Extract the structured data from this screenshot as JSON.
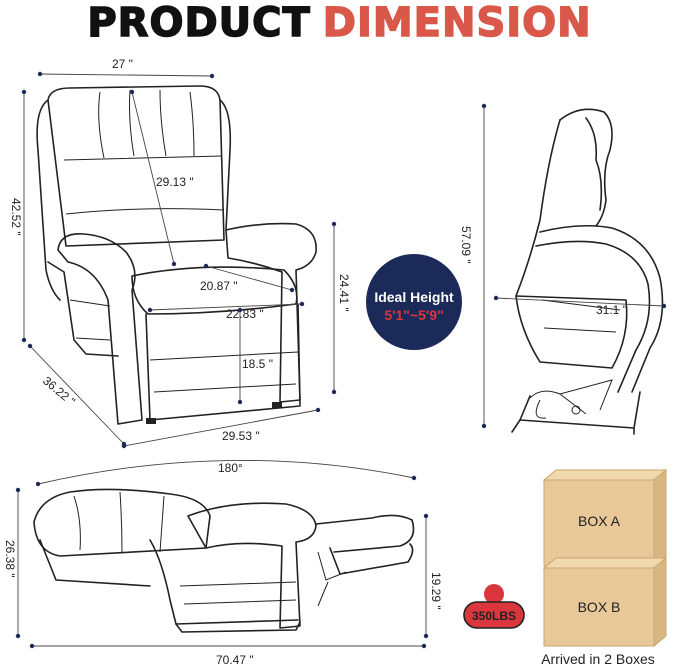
{
  "title": {
    "word1": "PRODUCT",
    "word2": "DIMENSION"
  },
  "front_view": {
    "width": "27 \"",
    "height": "42.52 \"",
    "back_height": "29.13 \"",
    "seat_depth": "20.87 \"",
    "seat_width": "22.83 \"",
    "arm_height": "24.41 \"",
    "seat_height": "18.5 \"",
    "depth": "36.22 \"",
    "base_width": "29.53 \""
  },
  "badge": {
    "line1": "Ideal Height",
    "line2": "5'1\"~5'9\""
  },
  "side_view": {
    "lift_height": "57.09 \"",
    "lift_depth": "31.1 \""
  },
  "recline_view": {
    "angle": "180°",
    "height": "26.38 \"",
    "footrest_height": "19.29 \"",
    "length": "70.47 \""
  },
  "weight": {
    "label": "350LBS"
  },
  "boxes": {
    "box_a": "BOX A",
    "box_b": "BOX B",
    "note": "Arrived in 2 Boxes"
  },
  "colors": {
    "title_dark": "#111111",
    "title_accent": "#d9584a",
    "badge_bg": "#1c2a5a",
    "badge_accent": "#e0333a",
    "box": "#e8c898",
    "weight_red": "#d9363e"
  }
}
